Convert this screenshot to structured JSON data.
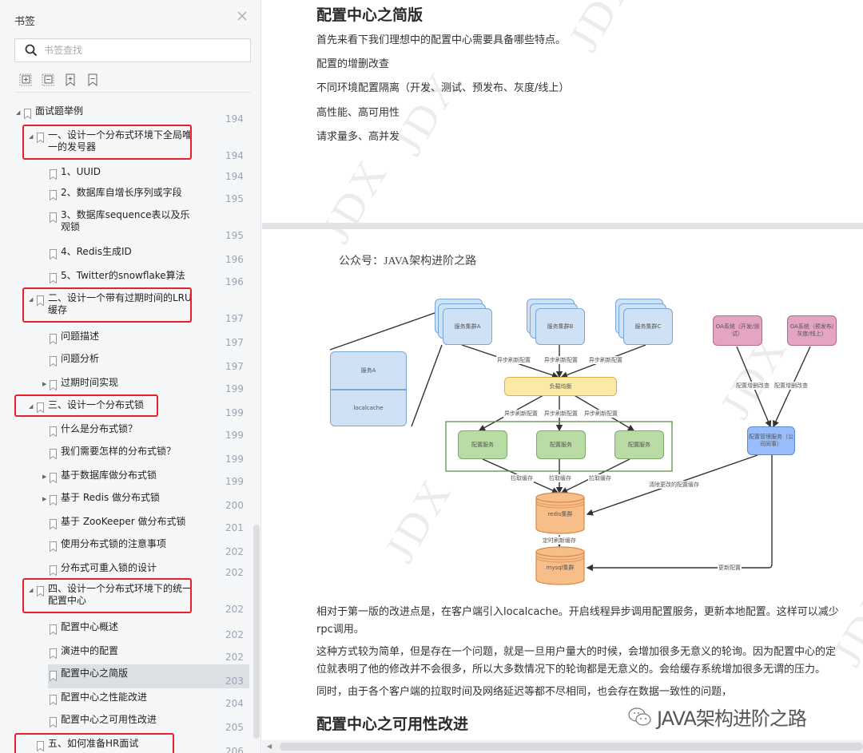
{
  "sidebar": {
    "title": "书签",
    "search_placeholder": "书签查找",
    "tools": [
      "expand-all",
      "collapse-all",
      "add-bookmark",
      "remove-bookmark"
    ],
    "items": [
      {
        "label": "面试题举例",
        "page": "194",
        "level": 0,
        "expanded": true,
        "highlighted": false
      },
      {
        "label": "一、设计一个分布式环境下全局唯一的发号器",
        "page": "194",
        "level": 1,
        "expanded": true,
        "highlighted": true
      },
      {
        "label": "1、UUID",
        "page": "194",
        "level": 2
      },
      {
        "label": "2、数据库自增长序列或字段",
        "page": "195",
        "level": 2
      },
      {
        "label": "3、数据库sequence表以及乐观锁",
        "page": "195",
        "level": 2
      },
      {
        "label": "4、Redis生成ID",
        "page": "196",
        "level": 2
      },
      {
        "label": "5、Twitter的snowflake算法",
        "page": "196",
        "level": 2
      },
      {
        "label": "二、设计一个带有过期时间的LRU缓存",
        "page": "197",
        "level": 1,
        "expanded": true,
        "highlighted": true
      },
      {
        "label": "问题描述",
        "page": "197",
        "level": 2
      },
      {
        "label": "问题分析",
        "page": "197",
        "level": 2
      },
      {
        "label": "过期时间实现",
        "page": "199",
        "level": 2,
        "expanded": false
      },
      {
        "label": "三、设计一个分布式锁",
        "page": "199",
        "level": 1,
        "expanded": true,
        "highlighted": true
      },
      {
        "label": "什么是分布式锁？",
        "page": "199",
        "level": 2
      },
      {
        "label": "我们需要怎样的分布式锁？",
        "page": "199",
        "level": 2
      },
      {
        "label": "基于数据库做分布式锁",
        "page": "199",
        "level": 2,
        "expanded": false
      },
      {
        "label": "基于 Redis 做分布式锁",
        "page": "200",
        "level": 2,
        "expanded": false
      },
      {
        "label": "基于 ZooKeeper 做分布式锁",
        "page": "201",
        "level": 2
      },
      {
        "label": "使用分布式锁的注意事项",
        "page": "202",
        "level": 2
      },
      {
        "label": "分布式可重入锁的设计",
        "page": "202",
        "level": 2
      },
      {
        "label": "四、设计一个分布式环境下的统一配置中心",
        "page": "202",
        "level": 1,
        "expanded": true,
        "highlighted": true
      },
      {
        "label": "配置中心概述",
        "page": "202",
        "level": 2
      },
      {
        "label": "演进中的配置",
        "page": "202",
        "level": 2
      },
      {
        "label": "配置中心之简版",
        "page": "203",
        "level": 2,
        "selected": true
      },
      {
        "label": "配置中心之性能改进",
        "page": "204",
        "level": 2
      },
      {
        "label": "配置中心之可用性改进",
        "page": "205",
        "level": 2
      },
      {
        "label": "五、如何准备HR面试",
        "page": "206",
        "level": 1,
        "highlighted": true
      }
    ]
  },
  "document": {
    "page1": {
      "heading": "配置中心之简版",
      "paragraphs": [
        "首先来看下我们理想中的配置中心需要具备哪些特点。",
        "配置的增删改查",
        "不同环境配置隔离（开发、测试、预发布、灰度/线上）",
        "高性能、高可用性",
        "请求量多、高并发"
      ]
    },
    "page2": {
      "caption": "公众号：JAVA架构进阶之路",
      "paragraphs": [
        "相对于第一版的改进点是，在客户端引入localcache。开启线程异步调用配置服务，更新本地配置。这样可以减少rpc调用。",
        "这种方式较为简单，但是存在一个问题，就是一旦用户量大的时候，会增加很多无意义的轮询。因为配置中心的定位就表明了他的修改并不会很多，所以大多数情况下的轮询都是无意义的。会给缓存系统增加很多无谓的压力。",
        "同时，由于各个客户端的拉取时间及网络延迟等都不尽相同，也会存在数据一致性的问题，"
      ],
      "heading2": "配置中心之可用性改进"
    },
    "watermark_text": "JDX",
    "wechat_watermark": "JAVA架构进阶之路"
  },
  "diagram": {
    "clusters": [
      "服务集群A",
      "服务集群B",
      "服务集群C"
    ],
    "service": "服务A",
    "localcache": "localcache",
    "load_balancer": "负载均衡",
    "config_services": [
      "配置服务",
      "配置服务",
      "配置服务"
    ],
    "redis": "redis集群",
    "mysql": "mysql集群",
    "oa_dev": "OA系统（开发/测试）",
    "oa_prod": "OA系统（预发布/灰度/线上）",
    "config_admin": "配置管理服务（公司同事）",
    "edge_labels": {
      "async_refresh": "异步刷新配置",
      "pull_cache": "拉取缓存",
      "timed_refresh": "定时刷新缓存",
      "crud": "配置增删改查",
      "clear_cache": "清除更改的配置缓存",
      "update_config": "更新配置"
    }
  }
}
